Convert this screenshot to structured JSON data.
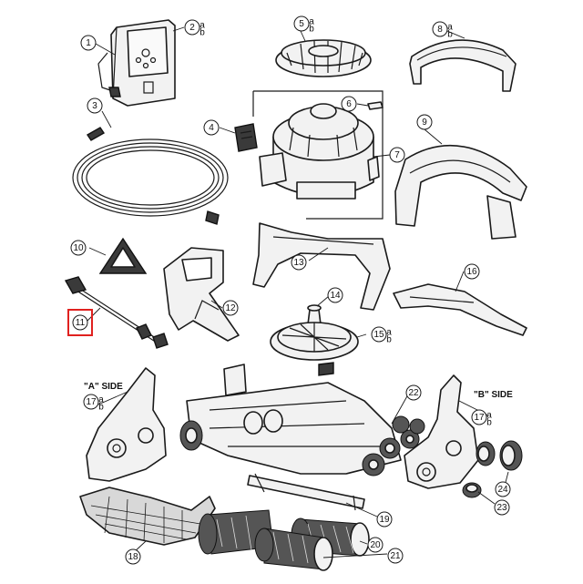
{
  "parts": [
    {
      "n": "1",
      "sub": ""
    },
    {
      "n": "2",
      "sub": "a b"
    },
    {
      "n": "3",
      "sub": ""
    },
    {
      "n": "4",
      "sub": ""
    },
    {
      "n": "5",
      "sub": "a b"
    },
    {
      "n": "6",
      "sub": ""
    },
    {
      "n": "7",
      "sub": ""
    },
    {
      "n": "8",
      "sub": "a b"
    },
    {
      "n": "9",
      "sub": ""
    },
    {
      "n": "10",
      "sub": ""
    },
    {
      "n": "11",
      "sub": ""
    },
    {
      "n": "12",
      "sub": ""
    },
    {
      "n": "13",
      "sub": ""
    },
    {
      "n": "14",
      "sub": ""
    },
    {
      "n": "15",
      "sub": "a b"
    },
    {
      "n": "16",
      "sub": ""
    },
    {
      "n": "17a",
      "label": "17",
      "sub": "a b"
    },
    {
      "n": "17b",
      "label": "17",
      "sub": "a b"
    },
    {
      "n": "18",
      "sub": ""
    },
    {
      "n": "19",
      "sub": ""
    },
    {
      "n": "20",
      "sub": ""
    },
    {
      "n": "21",
      "sub": ""
    },
    {
      "n": "22",
      "sub": ""
    },
    {
      "n": "23",
      "sub": ""
    },
    {
      "n": "24",
      "sub": ""
    }
  ],
  "side_labels": {
    "a": "\"A\" SIDE",
    "b": "\"B\" SIDE"
  },
  "highlight": {
    "part": "11",
    "color": "#e0211f"
  }
}
